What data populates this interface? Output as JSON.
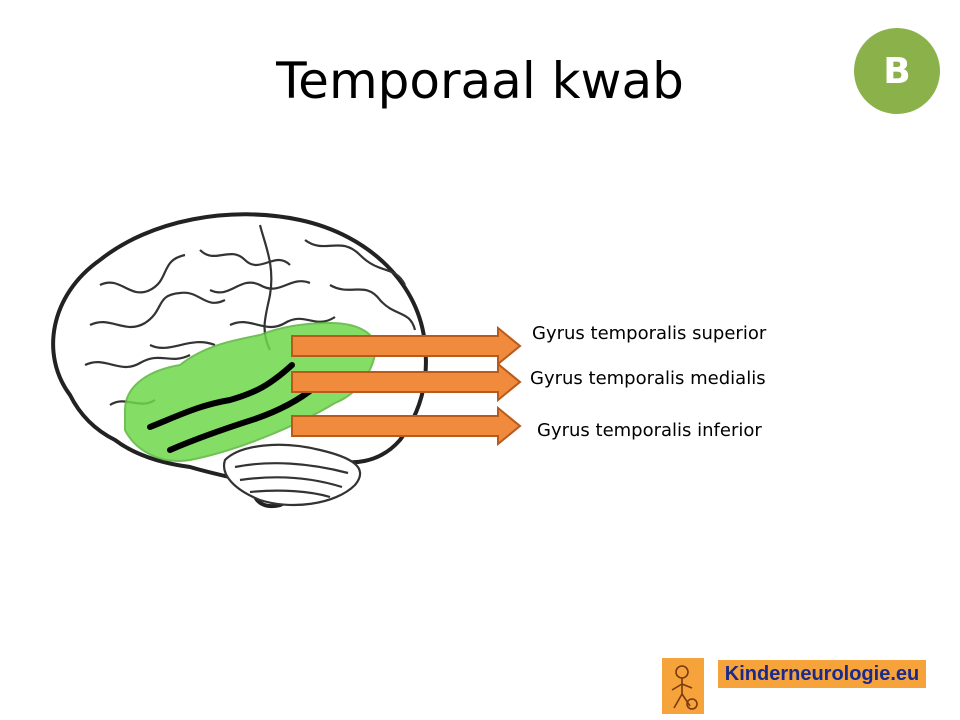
{
  "slide": {
    "title": "Temporaal kwab",
    "badge": "B"
  },
  "diagram": {
    "labels": [
      "Gyrus temporalis superior",
      "Gyrus temporalis medialis",
      "Gyrus temporalis inferior"
    ],
    "colors": {
      "temporal_lobe": "#6fd84a",
      "arrow_fill": "#f08a3c",
      "arrow_stroke": "#b85a1a",
      "sulcus_line": "#000000",
      "badge": "#8bb14b"
    }
  },
  "footer": {
    "logo_text": "Kinderneurologie.eu",
    "logo_color": "#f6a33b"
  }
}
